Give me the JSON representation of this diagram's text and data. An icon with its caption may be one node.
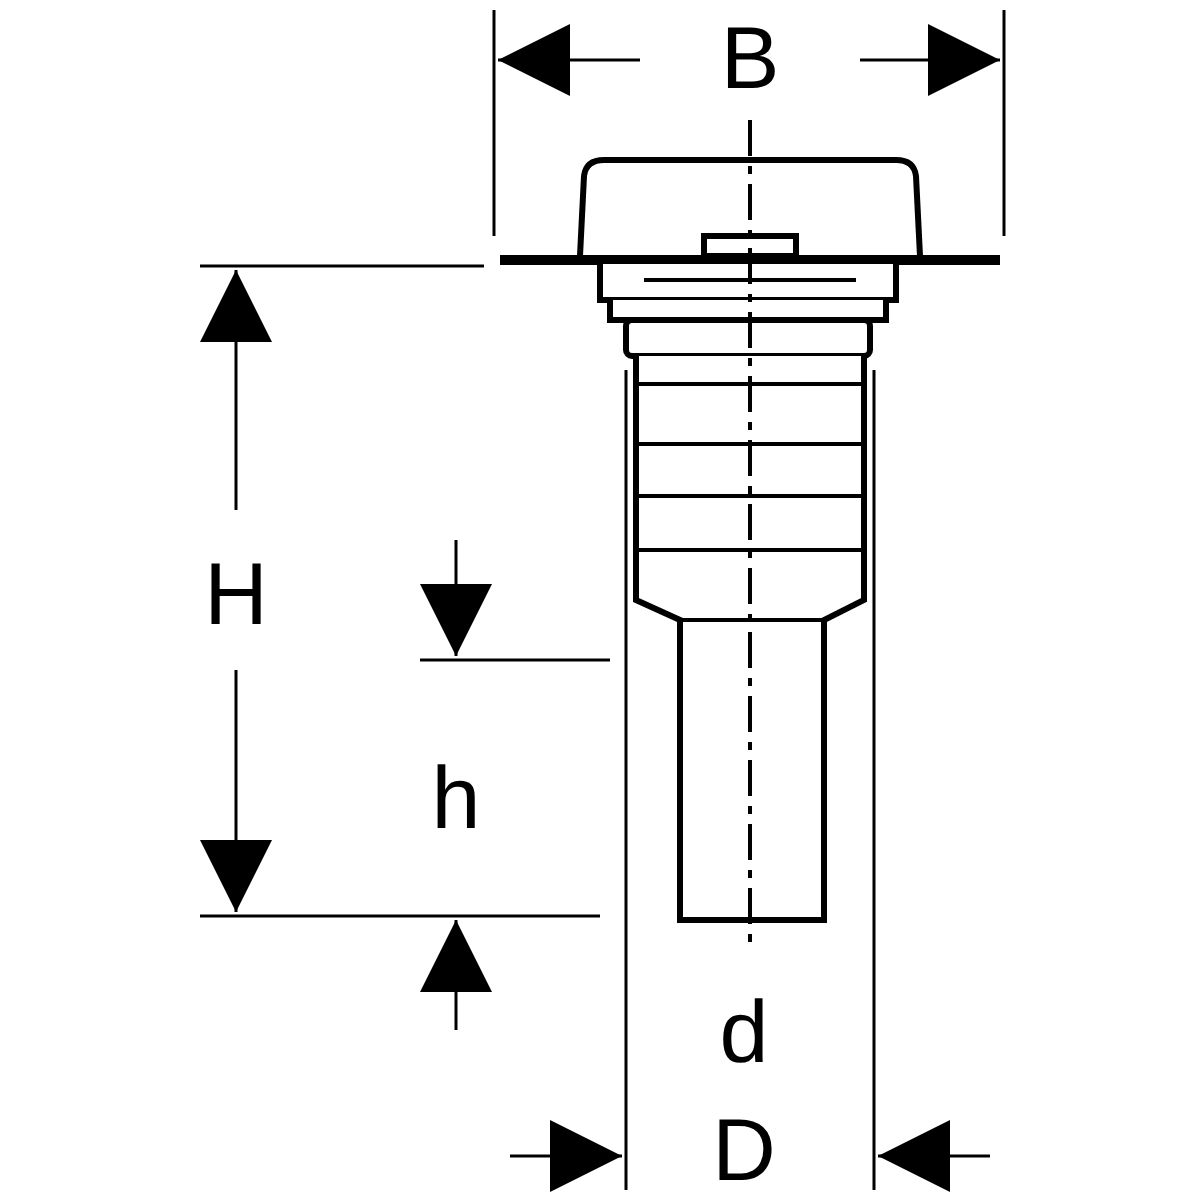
{
  "diagram": {
    "labels": [
      "B",
      "H",
      "h",
      "d",
      "D"
    ]
  }
}
